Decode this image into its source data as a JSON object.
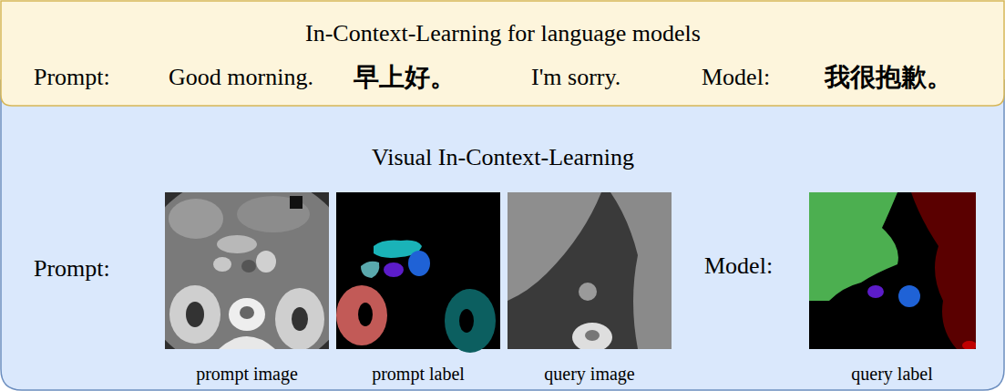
{
  "diagram": {
    "nodes": [
      {
        "text": [
          "In-Context-Learning for language models"
        ]
      },
      {
        "text": [
          "Visual In-Context-Learning"
        ]
      },
      {
        "text": [
          "prompt image"
        ],
        "in": 1
      },
      {
        "text": [
          "prompt label"
        ],
        "in": 1
      },
      {
        "text": [
          "query image"
        ],
        "in": 1
      },
      {
        "text": [
          "query label"
        ],
        "in": 1
      }
    ],
    "labels": [
      "Prompt:",
      "Good morning.",
      "早上好。",
      "I'm sorry.",
      "Model:",
      "我很抱歉。",
      "Prompt:",
      "Model:"
    ]
  }
}
